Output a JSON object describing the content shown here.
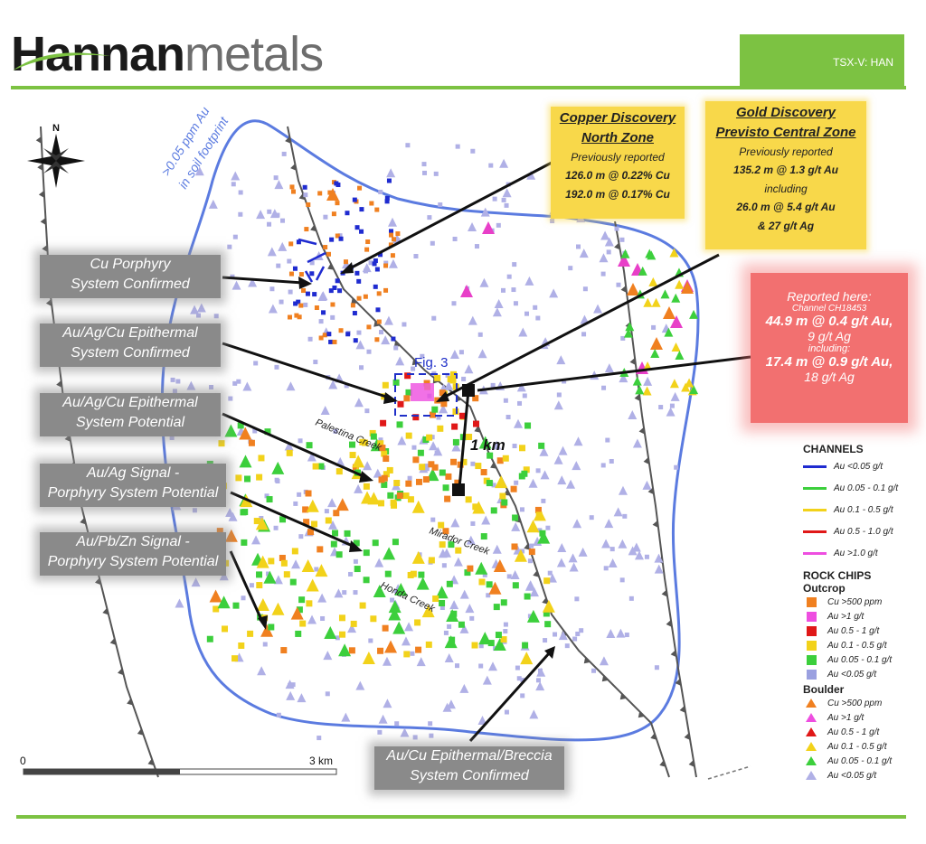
{
  "header": {
    "logo_part1": "Hannan",
    "logo_part2": "metals",
    "ticker": "TSX-V: HAN"
  },
  "map": {
    "north_label": "N",
    "footprint_label_line1": ">0.05 ppm Au",
    "footprint_label_line2": "in soil footprint",
    "fig_label": "Fig. 3",
    "scale_length_label": "1 km",
    "scalebar_start": "0",
    "scalebar_end": "3 km",
    "creeks": [
      "Palestina Creek",
      "Mirador Creek",
      "Honda Creek"
    ],
    "colors": {
      "footprint": "#5b7be0",
      "green": "#7cc242",
      "orange": "#f08020",
      "magenta": "#e83fc8",
      "yellow": "#f2d21a",
      "red": "#e01818",
      "lavender": "#b0b0e6"
    }
  },
  "callouts": {
    "cu_porphyry": [
      "Cu Porphyry",
      "System Confirmed"
    ],
    "au_ag_cu_confirmed": [
      "Au/Ag/Cu Epithermal",
      "System Confirmed"
    ],
    "au_ag_cu_potential": [
      "Au/Ag/Cu Epithermal",
      "System Potential"
    ],
    "au_ag_signal": [
      "Au/Ag Signal -",
      "Porphyry System Potential"
    ],
    "au_pb_zn_signal": [
      "Au/Pb/Zn Signal -",
      "Porphyry System Potential"
    ],
    "au_cu_breccia": [
      "Au/Cu Epithermal/Breccia",
      "System Confirmed"
    ]
  },
  "copper_box": {
    "title1": "Copper Discovery",
    "title2": "North Zone",
    "sub": "Previously reported",
    "line1": "126.0 m @ 0.22% Cu",
    "line2": "192.0 m @ 0.17% Cu"
  },
  "gold_box": {
    "title1": "Gold Discovery",
    "title2": "Previsto Central Zone",
    "sub": "Previously reported",
    "line1": "135.2 m @ 1.3 g/t Au",
    "including": "including",
    "line2": "26.0 m @ 5.4 g/t Au",
    "line3": "& 27 g/t Ag"
  },
  "reported_box": {
    "title": "Reported here:",
    "channel": "Channel CH18453",
    "line1": "44.9 m @ 0.4 g/t Au,",
    "line2": "9 g/t Ag",
    "including": "including:",
    "line3": "17.4 m @ 0.9 g/t Au,",
    "line4": "18 g/t Ag"
  },
  "legend": {
    "channels_title": "CHANNELS",
    "channels": [
      {
        "label": "Au <0.05 g/t",
        "color": "#1f2bd0"
      },
      {
        "label": "Au 0.05 - 0.1 g/t",
        "color": "#3ccf3c"
      },
      {
        "label": "Au 0.1 - 0.5 g/t",
        "color": "#f2d21a"
      },
      {
        "label": "Au 0.5 - 1.0 g/t",
        "color": "#e01818"
      },
      {
        "label": "Au >1.0 g/t",
        "color": "#ee4ee0"
      }
    ],
    "rock_title": "ROCK CHIPS",
    "outcrop_title": "Outcrop",
    "outcrop": [
      {
        "label": "Cu >500 ppm",
        "color": "#f08020"
      },
      {
        "label": "Au >1 g/t",
        "color": "#ee4ee0"
      },
      {
        "label": "Au 0.5 - 1 g/t",
        "color": "#e01818"
      },
      {
        "label": "Au 0.1 - 0.5 g/t",
        "color": "#f2d21a"
      },
      {
        "label": "Au 0.05 - 0.1 g/t",
        "color": "#3ccf3c"
      },
      {
        "label": "Au <0.05 g/t",
        "color": "#9aa0e0"
      }
    ],
    "boulder_title": "Boulder",
    "boulder": [
      {
        "label": "Cu >500 ppm",
        "color": "#f08020"
      },
      {
        "label": "Au >1 g/t",
        "color": "#ee4ee0"
      },
      {
        "label": "Au 0.5 - 1 g/t",
        "color": "#e01818"
      },
      {
        "label": "Au 0.1 - 0.5 g/t",
        "color": "#f2d21a"
      },
      {
        "label": "Au 0.05 - 0.1 g/t",
        "color": "#3ccf3c"
      },
      {
        "label": "Au <0.05 g/t",
        "color": "#b0b0e6"
      }
    ]
  }
}
